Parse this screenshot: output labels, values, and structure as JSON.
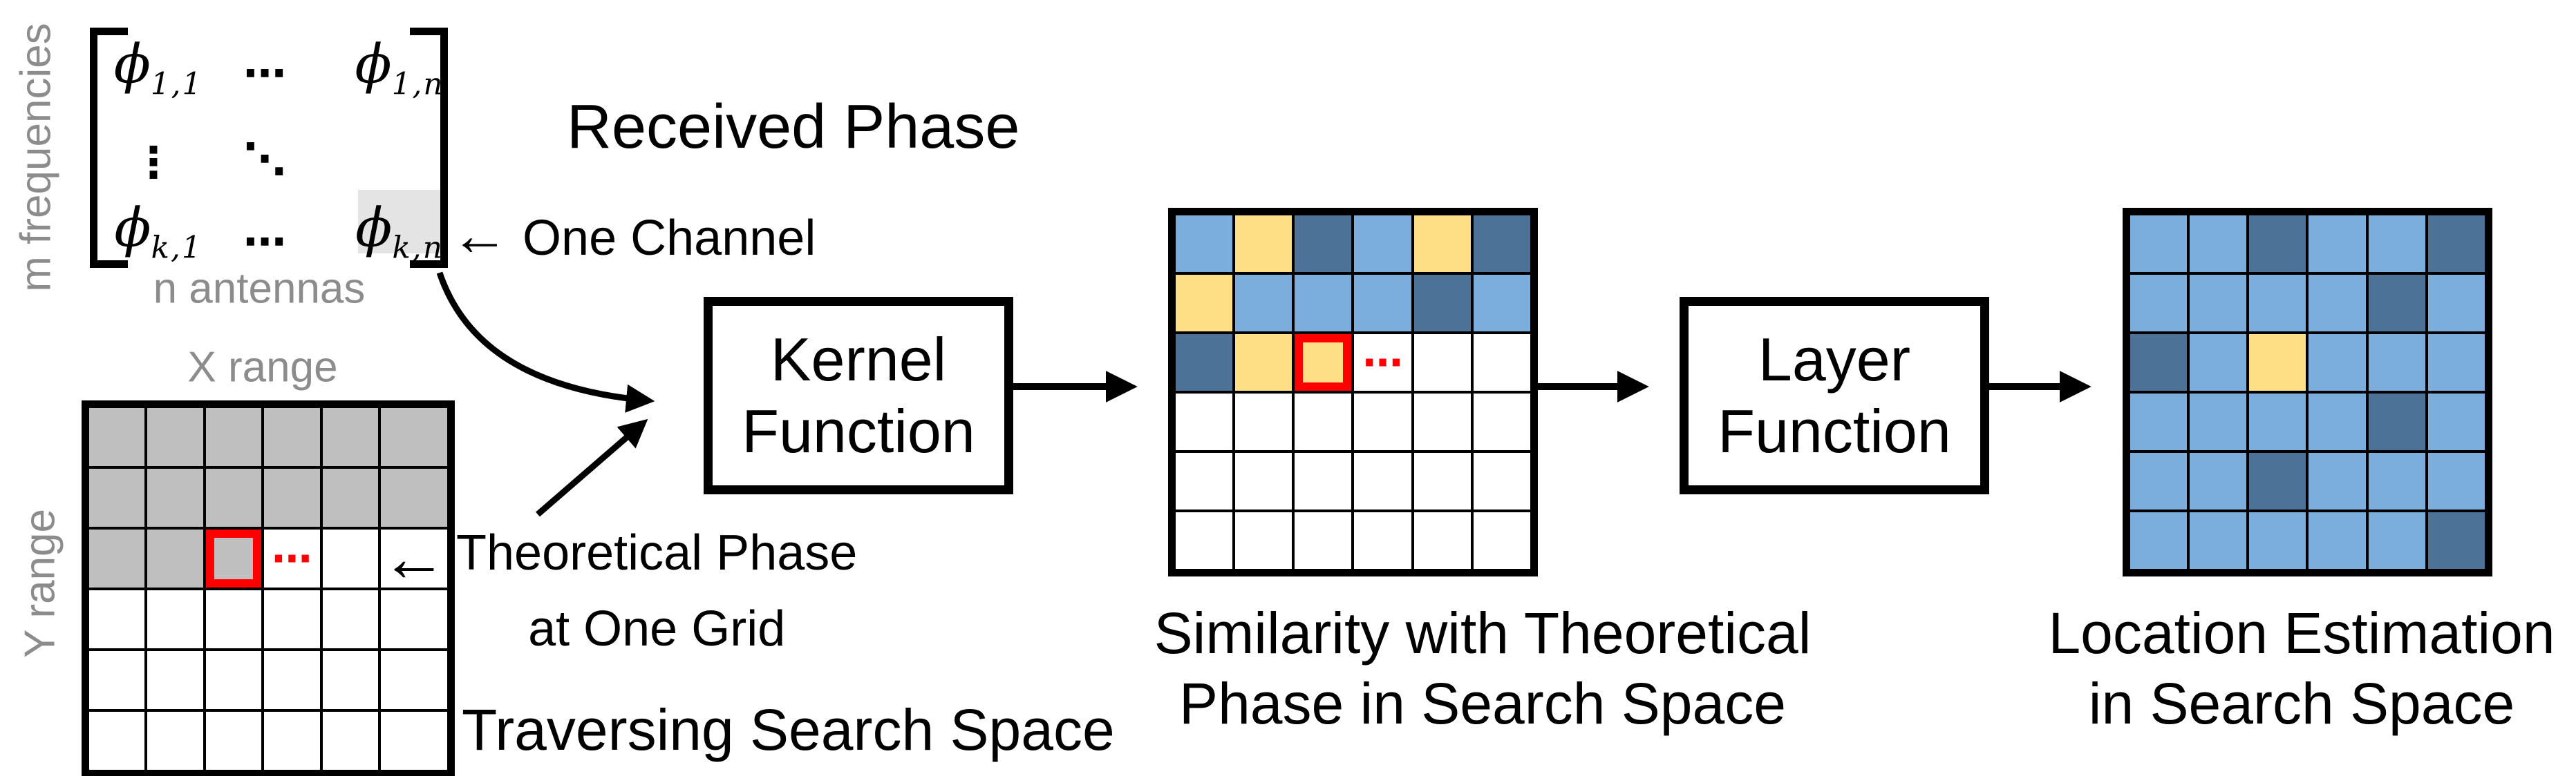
{
  "colors": {
    "label_gray": "#8C8C8C",
    "highlight_gray": "#E4E4E4",
    "cell_gray": "#BFBFBF",
    "light_blue": "#7BAEDD",
    "dark_blue": "#4D7298",
    "yellow": "#FFDF86",
    "white": "#FFFFFF",
    "accent_red": "#FF0000",
    "black": "#000000"
  },
  "matrix": {
    "row_label": "m frequencies",
    "col_label": "n antennas",
    "title": "Received Phase",
    "channel_arrow": "←",
    "channel_note": "One Channel",
    "cells": [
      [
        {
          "t": "phi",
          "sub": "1,1"
        },
        {
          "t": "hdots",
          "glyph": "⋯"
        },
        {
          "t": "phi",
          "sub": "1,n"
        }
      ],
      [
        {
          "t": "vdots",
          "glyph": "⋮"
        },
        {
          "t": "ddots",
          "glyph": "⋱"
        },
        {
          "t": "blank"
        }
      ],
      [
        {
          "t": "phi",
          "sub": "k,1"
        },
        {
          "t": "hdots",
          "glyph": "⋯"
        },
        {
          "t": "phi",
          "sub": "k,n",
          "highlight": true
        }
      ]
    ]
  },
  "traversal_grid": {
    "x_label": "X range",
    "y_label": "Y range",
    "rows": [
      [
        "G",
        "G",
        "G",
        "G",
        "G",
        "G"
      ],
      [
        "G",
        "G",
        "G",
        "G",
        "G",
        "G"
      ],
      [
        "G",
        "G",
        "G",
        "W",
        "W",
        "W"
      ],
      [
        "W",
        "W",
        "W",
        "W",
        "W",
        "W"
      ],
      [
        "W",
        "W",
        "W",
        "W",
        "W",
        "W"
      ],
      [
        "W",
        "W",
        "W",
        "W",
        "W",
        "W"
      ]
    ],
    "red_cell": [
      2,
      2
    ],
    "dots_cell": [
      2,
      3
    ],
    "dots_glyph": "⋯",
    "arrow_cell": [
      2,
      5
    ],
    "arrow_glyph": "←",
    "annotation_line1": "Theoretical Phase",
    "annotation_line2": "at One Grid",
    "caption": "Traversing Search Space"
  },
  "kernel_box": {
    "line1": "Kernel",
    "line2": "Function"
  },
  "layer_box": {
    "line1": "Layer",
    "line2": "Function"
  },
  "similarity_grid": {
    "rows": [
      [
        "L",
        "Y",
        "D",
        "L",
        "Y",
        "D"
      ],
      [
        "Y",
        "L",
        "L",
        "L",
        "D",
        "L"
      ],
      [
        "D",
        "Y",
        "Y",
        "W",
        "W",
        "W"
      ],
      [
        "W",
        "W",
        "W",
        "W",
        "W",
        "W"
      ],
      [
        "W",
        "W",
        "W",
        "W",
        "W",
        "W"
      ],
      [
        "W",
        "W",
        "W",
        "W",
        "W",
        "W"
      ]
    ],
    "red_cell": [
      2,
      2
    ],
    "dots_cell": [
      2,
      3
    ],
    "dots_glyph": "⋯",
    "caption_line1": "Similarity with Theoretical",
    "caption_line2": "Phase in Search Space"
  },
  "estimation_grid": {
    "rows": [
      [
        "L",
        "L",
        "D",
        "L",
        "L",
        "D"
      ],
      [
        "L",
        "L",
        "L",
        "L",
        "D",
        "L"
      ],
      [
        "D",
        "L",
        "Y",
        "L",
        "L",
        "L"
      ],
      [
        "L",
        "L",
        "L",
        "L",
        "D",
        "L"
      ],
      [
        "L",
        "L",
        "D",
        "L",
        "L",
        "L"
      ],
      [
        "L",
        "L",
        "L",
        "L",
        "L",
        "D"
      ]
    ],
    "caption_line1": "Location Estimation",
    "caption_line2": "in Search Space"
  }
}
